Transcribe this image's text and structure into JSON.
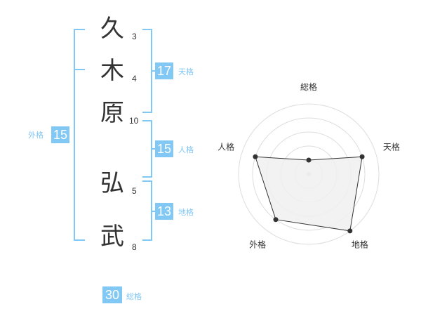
{
  "name": {
    "characters": [
      {
        "char": "久",
        "strokes": "3"
      },
      {
        "char": "木",
        "strokes": "4"
      },
      {
        "char": "原",
        "strokes": "10"
      },
      {
        "char": "弘",
        "strokes": "5"
      },
      {
        "char": "武",
        "strokes": "8"
      }
    ]
  },
  "fortune": {
    "tenkaku": {
      "label": "天格",
      "value": "17"
    },
    "jinkaku": {
      "label": "人格",
      "value": "15"
    },
    "chikaku": {
      "label": "地格",
      "value": "13"
    },
    "gaikaku": {
      "label": "外格",
      "value": "15"
    },
    "soukaku": {
      "label": "総格",
      "value": "30"
    }
  },
  "colors": {
    "accent": "#82c8f5",
    "text": "#333333",
    "radar_fill": "#f0f0f0",
    "radar_grid": "#dddddd"
  },
  "radar": {
    "axes": [
      "総格",
      "天格",
      "地格",
      "外格",
      "人格"
    ],
    "rings": 5,
    "values": [
      0.2,
      0.8,
      1.0,
      0.8,
      0.8
    ]
  }
}
